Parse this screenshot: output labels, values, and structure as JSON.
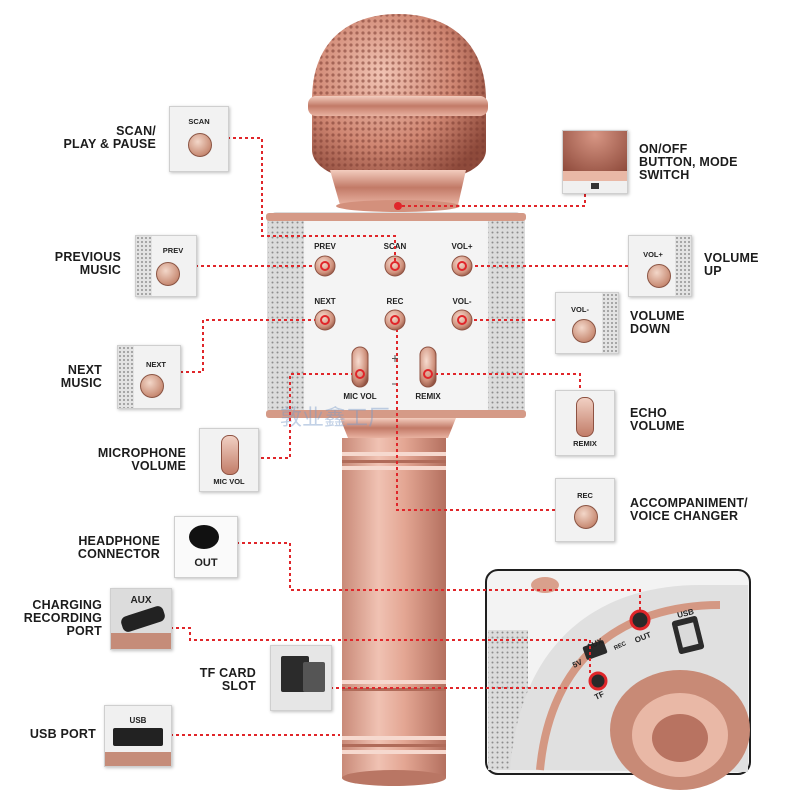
{
  "colors": {
    "rose_gold": "#d89b8a",
    "rose_dark": "#a8604f",
    "silver": "#e8e8e8",
    "callout_line": "#e0262a",
    "label_text": "#1c1c1c"
  },
  "labels": {
    "scan": "SCAN/\nPLAY & PAUSE",
    "previous": "PREVIOUS\nMUSIC",
    "next": "NEXT\nMUSIC",
    "mic_volume": "MICROPHONE\nVOLUME",
    "headphone": "HEADPHONE\nCONNECTOR",
    "charging": "CHARGING\nRECORDING\nPORT",
    "tf_card": "TF CARD\nSLOT",
    "usb_port": "USB PORT",
    "on_off": "ON/OFF\nBUTTON, MODE\nSWITCH",
    "volume_up": "VOLUME\nUP",
    "volume_down": "VOLUME\nDOWN",
    "echo": "ECHO\nVOLUME",
    "accompaniment": "ACCOMPANIMENT/\nVOICE CHANGER"
  },
  "panel_buttons": {
    "prev": "PREV",
    "scan": "SCAN",
    "vol_plus": "VOL+",
    "next": "NEXT",
    "rec": "REC",
    "vol_minus": "VOL-",
    "mic_vol": "MIC VOL",
    "remix": "REMIX"
  },
  "insets": {
    "scan": "SCAN",
    "prev": "PREV",
    "next": "NEXT",
    "mic_vol": "MIC VOL",
    "out": "OUT",
    "aux": "AUX",
    "usb": "USB",
    "vol_plus": "VOL+",
    "vol_minus": "VOL-",
    "remix": "REMIX",
    "rec": "REC"
  },
  "closeup": {
    "v5": "5V",
    "aux": "AUX",
    "rec": "REC",
    "out": "OUT",
    "tf": "TF",
    "usb": "USB"
  },
  "watermark": "敦业鑫工厂"
}
